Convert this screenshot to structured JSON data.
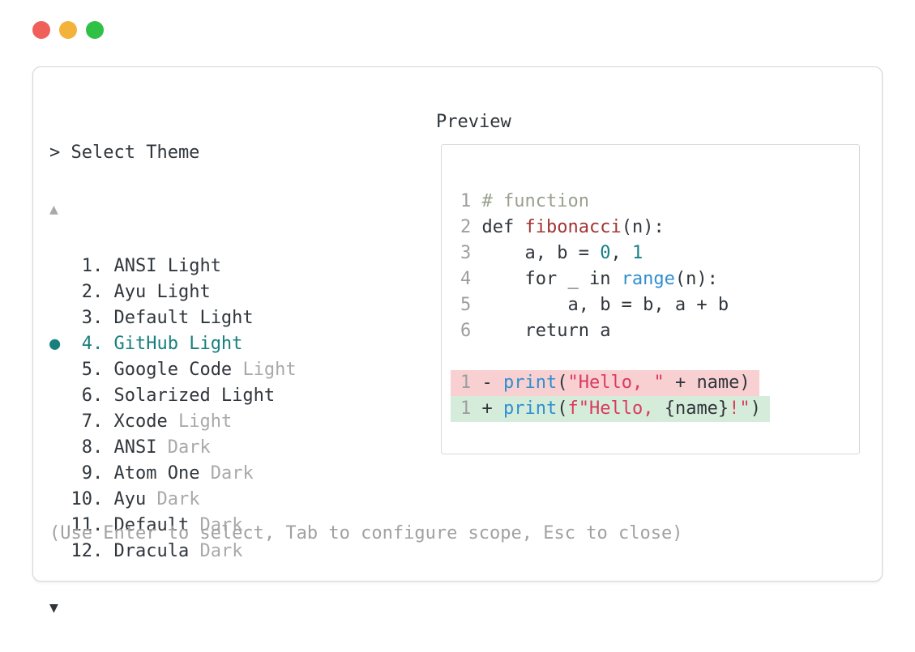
{
  "window": {
    "controls": [
      {
        "name": "close",
        "color": "#f0605a"
      },
      {
        "name": "minimize",
        "color": "#f3b33b"
      },
      {
        "name": "zoom",
        "color": "#2fc146"
      }
    ]
  },
  "theme_picker": {
    "title": "> Select Theme",
    "scroll_up": "▲",
    "scroll_down": "▼",
    "items": [
      {
        "prefix": "   1. ",
        "parts": [
          {
            "text": "ANSI Light"
          }
        ]
      },
      {
        "prefix": "   2. ",
        "parts": [
          {
            "text": "Ayu Light"
          }
        ]
      },
      {
        "prefix": "   3. ",
        "parts": [
          {
            "text": "Default Light"
          }
        ]
      },
      {
        "selected": true,
        "bullet": "●",
        "prefix": "  4. ",
        "parts": [
          {
            "text": "GitHub Light"
          }
        ]
      },
      {
        "prefix": "   5. ",
        "parts": [
          {
            "text": "Google Code "
          },
          {
            "text": "Light",
            "muted": true
          }
        ]
      },
      {
        "prefix": "   6. ",
        "parts": [
          {
            "text": "Solarized Light"
          }
        ]
      },
      {
        "prefix": "   7. ",
        "parts": [
          {
            "text": "Xcode "
          },
          {
            "text": "Light",
            "muted": true
          }
        ]
      },
      {
        "prefix": "   8. ",
        "parts": [
          {
            "text": "ANSI "
          },
          {
            "text": "Dark",
            "muted": true
          }
        ]
      },
      {
        "prefix": "   9. ",
        "parts": [
          {
            "text": "Atom One "
          },
          {
            "text": "Dark",
            "muted": true
          }
        ]
      },
      {
        "prefix": "  10. ",
        "parts": [
          {
            "text": "Ayu "
          },
          {
            "text": "Dark",
            "muted": true
          }
        ]
      },
      {
        "prefix": "  11. ",
        "parts": [
          {
            "text": "Default "
          },
          {
            "text": "Dark",
            "muted": true
          }
        ]
      },
      {
        "prefix": "  12. ",
        "parts": [
          {
            "text": "Dracula "
          },
          {
            "text": "Dark",
            "muted": true
          }
        ]
      }
    ],
    "hint": "(Use Enter to select, Tab to configure scope, Esc to close)"
  },
  "preview": {
    "title": "Preview",
    "lines": [
      {
        "tokens": [
          {
            "t": "1 ",
            "c": "ln"
          },
          {
            "t": "# function",
            "c": "com"
          }
        ]
      },
      {
        "tokens": [
          {
            "t": "2 ",
            "c": "ln"
          },
          {
            "t": "def ",
            "c": "plain"
          },
          {
            "t": "fibonacci",
            "c": "fn"
          },
          {
            "t": "(n):",
            "c": "plain"
          }
        ]
      },
      {
        "tokens": [
          {
            "t": "3 ",
            "c": "ln"
          },
          {
            "t": "    a, b = ",
            "c": "plain"
          },
          {
            "t": "0",
            "c": "num"
          },
          {
            "t": ", ",
            "c": "plain"
          },
          {
            "t": "1",
            "c": "num"
          }
        ]
      },
      {
        "tokens": [
          {
            "t": "4 ",
            "c": "ln"
          },
          {
            "t": "    for _ in ",
            "c": "plain"
          },
          {
            "t": "range",
            "c": "call"
          },
          {
            "t": "(n):",
            "c": "plain"
          }
        ]
      },
      {
        "tokens": [
          {
            "t": "5 ",
            "c": "ln"
          },
          {
            "t": "        a, b = b, a + b",
            "c": "plain"
          }
        ]
      },
      {
        "tokens": [
          {
            "t": "6 ",
            "c": "ln"
          },
          {
            "t": "    return a",
            "c": "plain"
          }
        ]
      },
      {
        "tokens": []
      },
      {
        "diff": "removed",
        "tokens": [
          {
            "t": "1 ",
            "c": "ln"
          },
          {
            "t": "- ",
            "c": "plain"
          },
          {
            "t": "print",
            "c": "call"
          },
          {
            "t": "(",
            "c": "plain"
          },
          {
            "t": "\"Hello, \"",
            "c": "str"
          },
          {
            "t": " + name)",
            "c": "plain"
          }
        ]
      },
      {
        "diff": "added",
        "tokens": [
          {
            "t": "1 ",
            "c": "ln"
          },
          {
            "t": "+ ",
            "c": "plain"
          },
          {
            "t": "print",
            "c": "call"
          },
          {
            "t": "(",
            "c": "plain"
          },
          {
            "t": "f\"Hello, ",
            "c": "str"
          },
          {
            "t": "{name}",
            "c": "plain"
          },
          {
            "t": "!\"",
            "c": "str"
          },
          {
            "t": ")",
            "c": "plain"
          }
        ]
      }
    ]
  },
  "colors": {
    "accent_teal": "#17807d",
    "text": "#30363c",
    "muted": "#a9a9a9",
    "comment": "#9aa08f",
    "function_name": "#a13434",
    "number": "#177f87",
    "builtin_call": "#2f8fce",
    "string": "#da3a5e",
    "diff_removed_bg": "#f8d0d2",
    "diff_added_bg": "#d6ecda",
    "border": "#d4d4d4",
    "traffic_red": "#f0605a",
    "traffic_yellow": "#f3b33b",
    "traffic_green": "#2fc146"
  }
}
